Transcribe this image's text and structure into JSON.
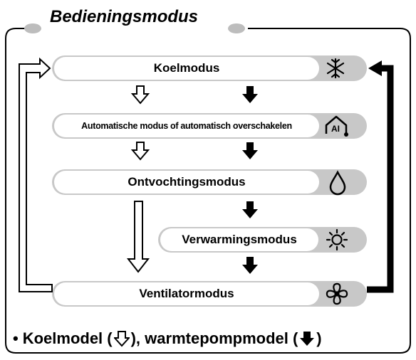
{
  "title": "Bedieningsmodus",
  "modes": [
    {
      "label": "Koelmodus",
      "icon": "snowflake-icon"
    },
    {
      "label": "Automatische modus of automatisch overschakelen",
      "icon": "auto-ai-icon"
    },
    {
      "label": "Ontvochtingsmodus",
      "icon": "water-drop-icon"
    },
    {
      "label": "Verwarmingsmodus",
      "icon": "sun-icon"
    },
    {
      "label": "Ventilatormodus",
      "icon": "fan-icon"
    }
  ],
  "footnote": {
    "bullet": "•",
    "part1": "Koelmodel (",
    "part2": "), warmtepompmodel (",
    "part3": ")",
    "cooling_arrow": "outline-down-arrow",
    "heatpump_arrow": "solid-down-arrow"
  },
  "colors": {
    "bar_fill": "#c8c8c8",
    "bar_inner": "#ffffff",
    "outline": "#000000"
  }
}
